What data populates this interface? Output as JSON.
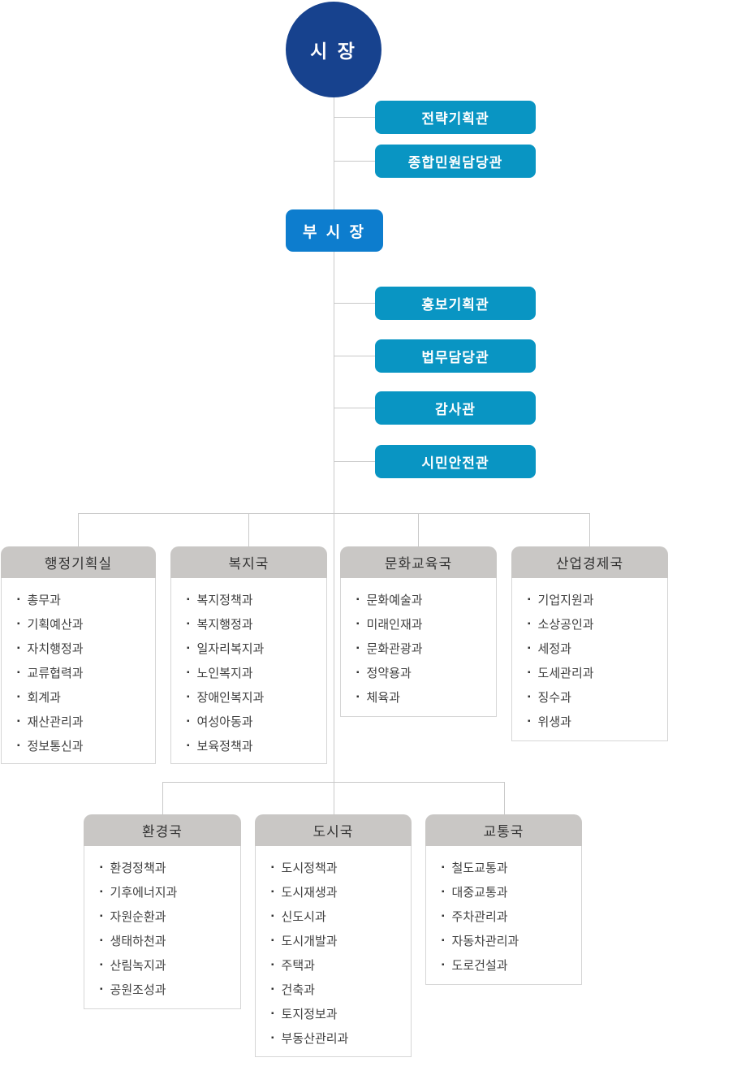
{
  "org": {
    "mayor": "시 장",
    "deputy_mayor": "부 시 장",
    "mayor_staff": [
      {
        "label": "전략기획관"
      },
      {
        "label": "종합민원담당관"
      }
    ],
    "deputy_staff": [
      {
        "label": "홍보기획관"
      },
      {
        "label": "법무담당관"
      },
      {
        "label": "감사관"
      },
      {
        "label": "시민안전관"
      }
    ],
    "departments": [
      {
        "name": "행정기획실",
        "divisions": [
          "총무과",
          "기획예산과",
          "자치행정과",
          "교류협력과",
          "회계과",
          "재산관리과",
          "정보통신과"
        ]
      },
      {
        "name": "복지국",
        "divisions": [
          "복지정책과",
          "복지행정과",
          "일자리복지과",
          "노인복지과",
          "장애인복지과",
          "여성아동과",
          "보육정책과"
        ]
      },
      {
        "name": "문화교육국",
        "divisions": [
          "문화예술과",
          "미래인재과",
          "문화관광과",
          "정약용과",
          "체육과"
        ]
      },
      {
        "name": "산업경제국",
        "divisions": [
          "기업지원과",
          "소상공인과",
          "세정과",
          "도세관리과",
          "징수과",
          "위생과"
        ]
      },
      {
        "name": "환경국",
        "divisions": [
          "환경정책과",
          "기후에너지과",
          "자원순환과",
          "생태하천과",
          "산림녹지과",
          "공원조성과"
        ]
      },
      {
        "name": "도시국",
        "divisions": [
          "도시정책과",
          "도시재생과",
          "신도시과",
          "도시개발과",
          "주택과",
          "건축과",
          "토지정보과",
          "부동산관리과"
        ]
      },
      {
        "name": "교통국",
        "divisions": [
          "철도교통과",
          "대중교통과",
          "주차관리과",
          "자동차관리과",
          "도로건설과"
        ]
      }
    ]
  },
  "colors": {
    "mayor_bg": "#17428e",
    "deputy_bg": "#0d7dce",
    "staff_bg": "#0995c3",
    "dept_header_bg": "#c9c7c5",
    "connector": "#c9c9c9"
  },
  "icons": {
    "bullet": "▪"
  }
}
